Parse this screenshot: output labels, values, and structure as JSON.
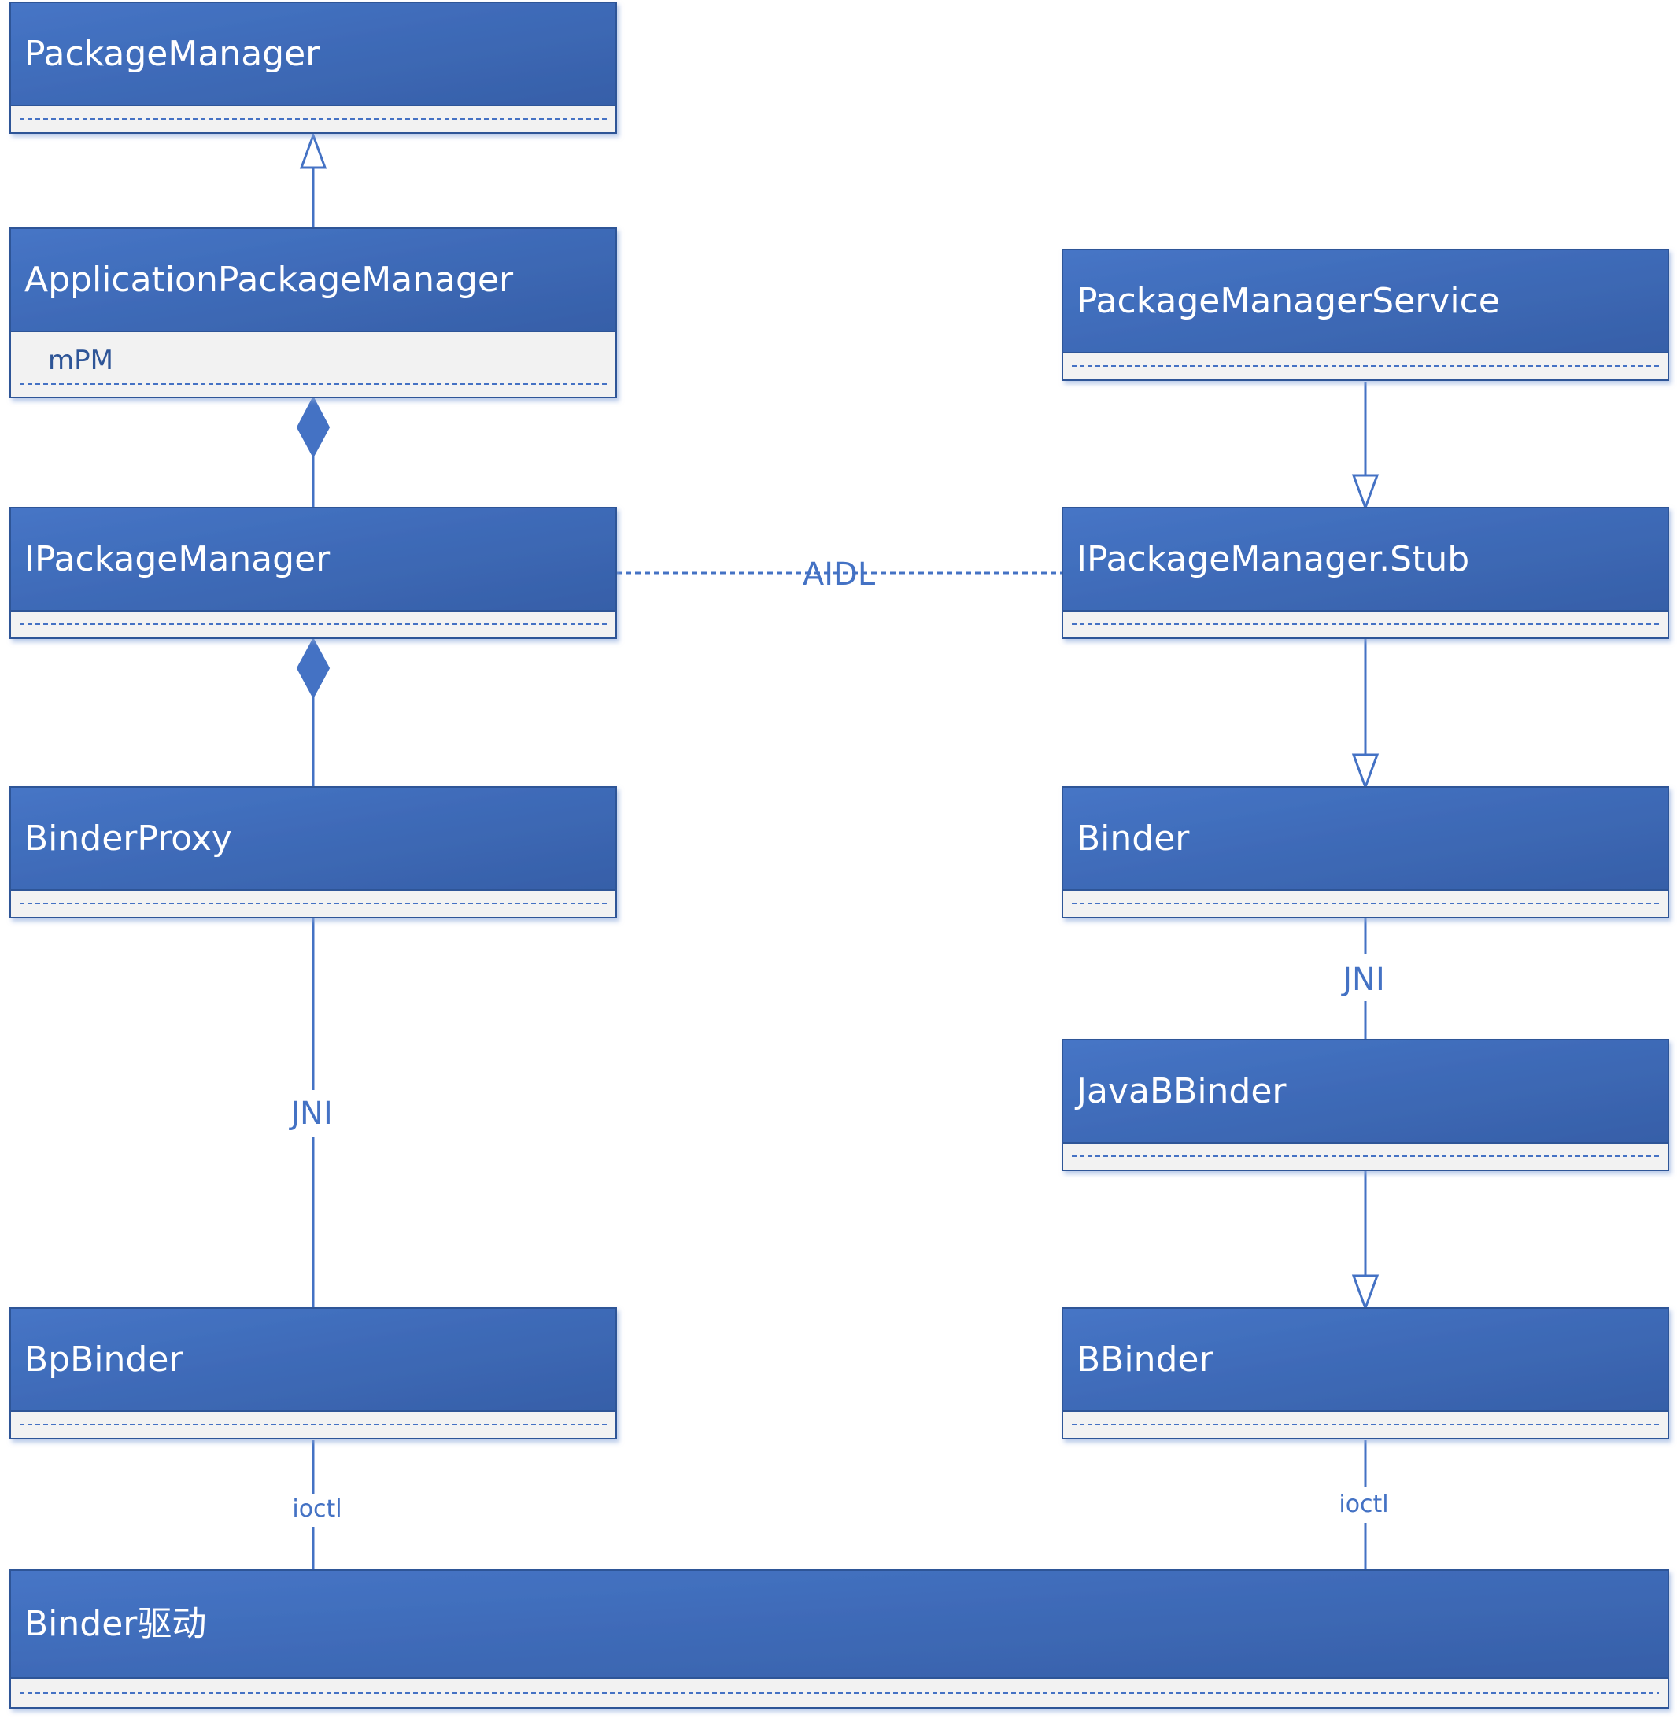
{
  "classes": {
    "package_manager": {
      "name": "PackageManager"
    },
    "application_package_manager": {
      "name": "ApplicationPackageManager",
      "attributes": [
        "mPM"
      ]
    },
    "ipackage_manager": {
      "name": "IPackageManager"
    },
    "binder_proxy": {
      "name": "BinderProxy"
    },
    "bp_binder": {
      "name": "BpBinder"
    },
    "package_manager_service": {
      "name": "PackageManagerService"
    },
    "ipackage_manager_stub": {
      "name": "IPackageManager.Stub"
    },
    "binder": {
      "name": "Binder"
    },
    "java_bbinder": {
      "name": "JavaBBinder"
    },
    "bbinder": {
      "name": "BBinder"
    },
    "binder_driver": {
      "name": "Binder驱动"
    }
  },
  "relations": {
    "aidl_label": "AIDL",
    "jni_left_label": "JNI",
    "jni_right_label": "JNI",
    "ioctl_left_label": "ioctl",
    "ioctl_right_label": "ioctl"
  },
  "colors": {
    "header_top": "#4472c4",
    "header_bottom": "#3a62ad",
    "header_border": "#2f5597",
    "body_fill": "#f2f2f2",
    "line": "#4472c4"
  }
}
